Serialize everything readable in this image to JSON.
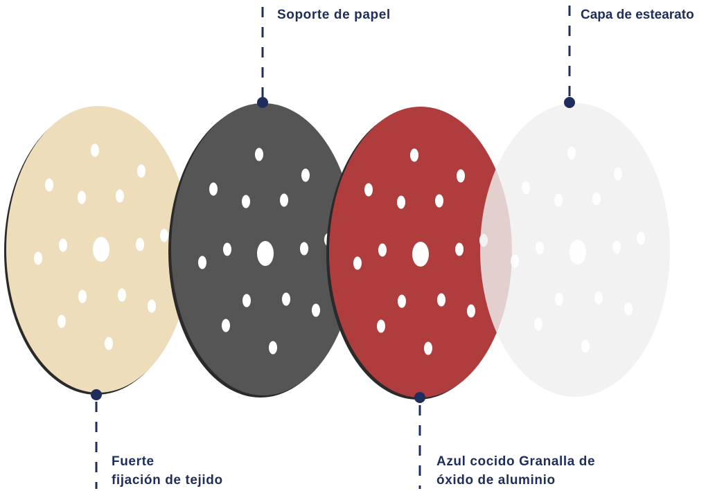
{
  "labels": {
    "paper_backing": "Soporte de papel",
    "stearate_layer": "Capa de estearato",
    "fabric_line1": "Fuerte",
    "fabric_line2": "fijación de tejido",
    "grain_line1": "Azul cocido Granalla de",
    "grain_line2": "óxido de aluminio"
  },
  "colors": {
    "disc_fabric": "#eeddbb",
    "disc_paper": "#555555",
    "disc_grain": "#b03d3e",
    "disc_stearate": "#efefef",
    "disc_edge": "#2a2a2a",
    "leader": "#1f2d5c"
  }
}
